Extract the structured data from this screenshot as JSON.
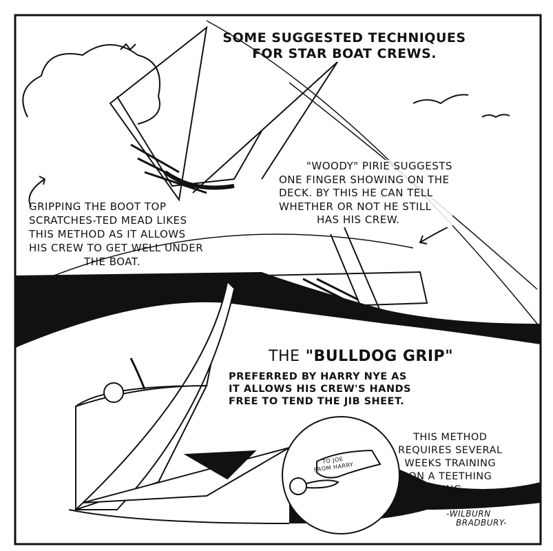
{
  "title": [
    "Some suggested techniques",
    "for Star boat crews."
  ],
  "captions": {
    "boot_top": [
      "Gripping the boot top",
      "scratches-Ted Mead likes",
      "this method as it allows",
      "his crew to get well under",
      "the boat."
    ],
    "woody": [
      "\"Woody\" Pirie suggests",
      "one finger showing on the",
      "deck. By this he can tell",
      "whether or not he still",
      "has his crew."
    ],
    "bulldog_head": {
      "the": "The",
      "name": "\"Bulldog Grip\""
    },
    "bulldog": [
      "preferred by Harry Nye as",
      "it allows his crew's hands",
      "free to tend the jib sheet."
    ],
    "teething": [
      "This method",
      "requires several",
      "weeks training",
      "on a teething",
      "ring."
    ],
    "ring_tag": [
      "To Joe",
      "from Harry"
    ]
  },
  "signature": [
    "-Wilburn",
    "Bradbury-"
  ]
}
